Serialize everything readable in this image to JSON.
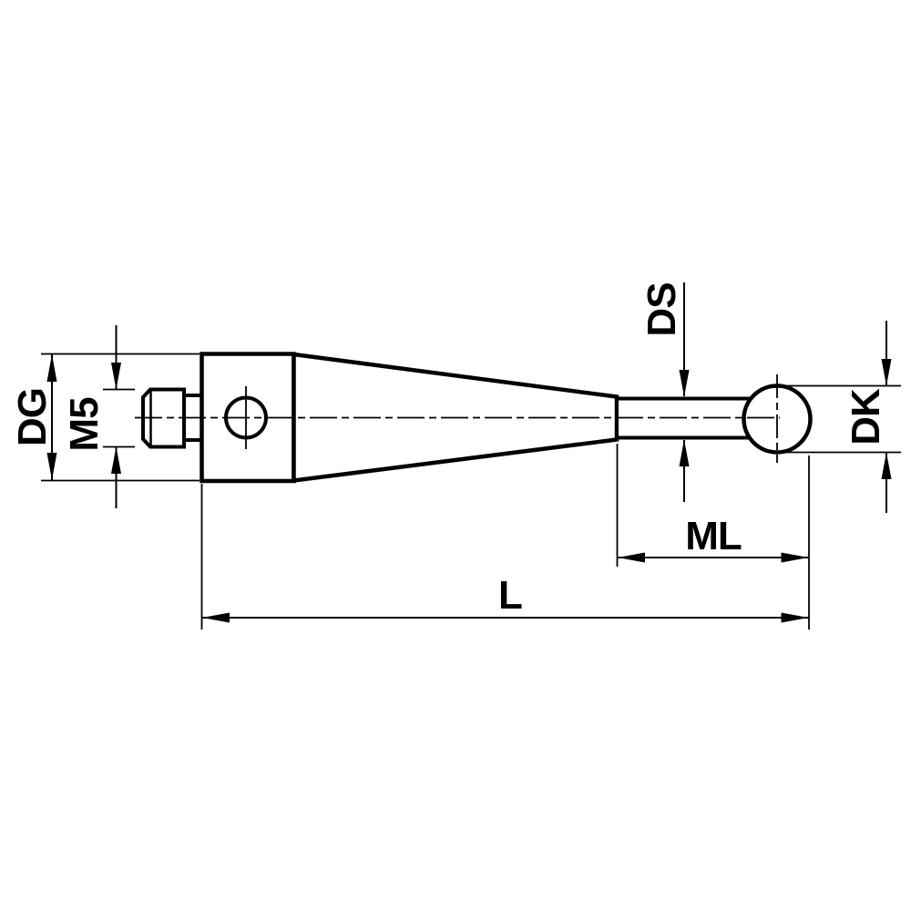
{
  "drawing": {
    "type": "technical-dimension-drawing",
    "subject": "stylus-probe-side-view",
    "colors": {
      "line": "#000000",
      "background": "#ffffff"
    },
    "labels": {
      "dg": "DG",
      "m5": "M5",
      "ds": "DS",
      "dk": "DK",
      "ml": "ML",
      "l": "L"
    }
  }
}
